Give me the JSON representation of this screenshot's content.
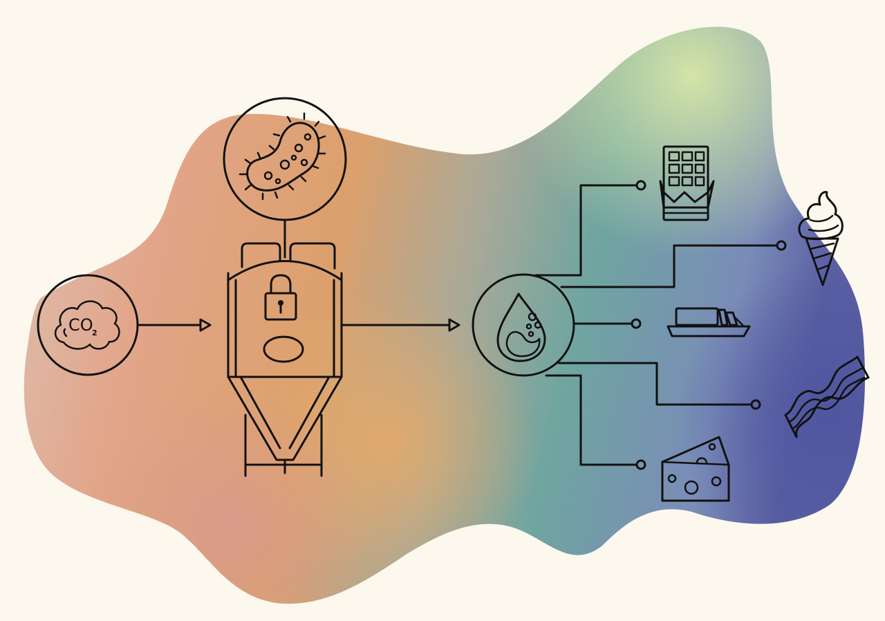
{
  "diagram": {
    "title_hidden": null,
    "co2_label": "CO",
    "co2_subscript": "2",
    "colors": {
      "background": "#fcf8ee",
      "blob_salmon": "#e2a58a",
      "blob_orange": "#dca06c",
      "blob_teal": "#6fa5a0",
      "blob_green": "#cfe0aa",
      "blob_purple": "#5a5ea2",
      "stroke": "#111111"
    },
    "nodes": [
      "co2-icon",
      "bacteria-icon",
      "fermentation-tank",
      "fat-droplet-icon"
    ],
    "products": [
      "chocolate-icon",
      "ice-cream-icon",
      "butter-icon",
      "bacon-icon",
      "cheese-icon"
    ]
  }
}
